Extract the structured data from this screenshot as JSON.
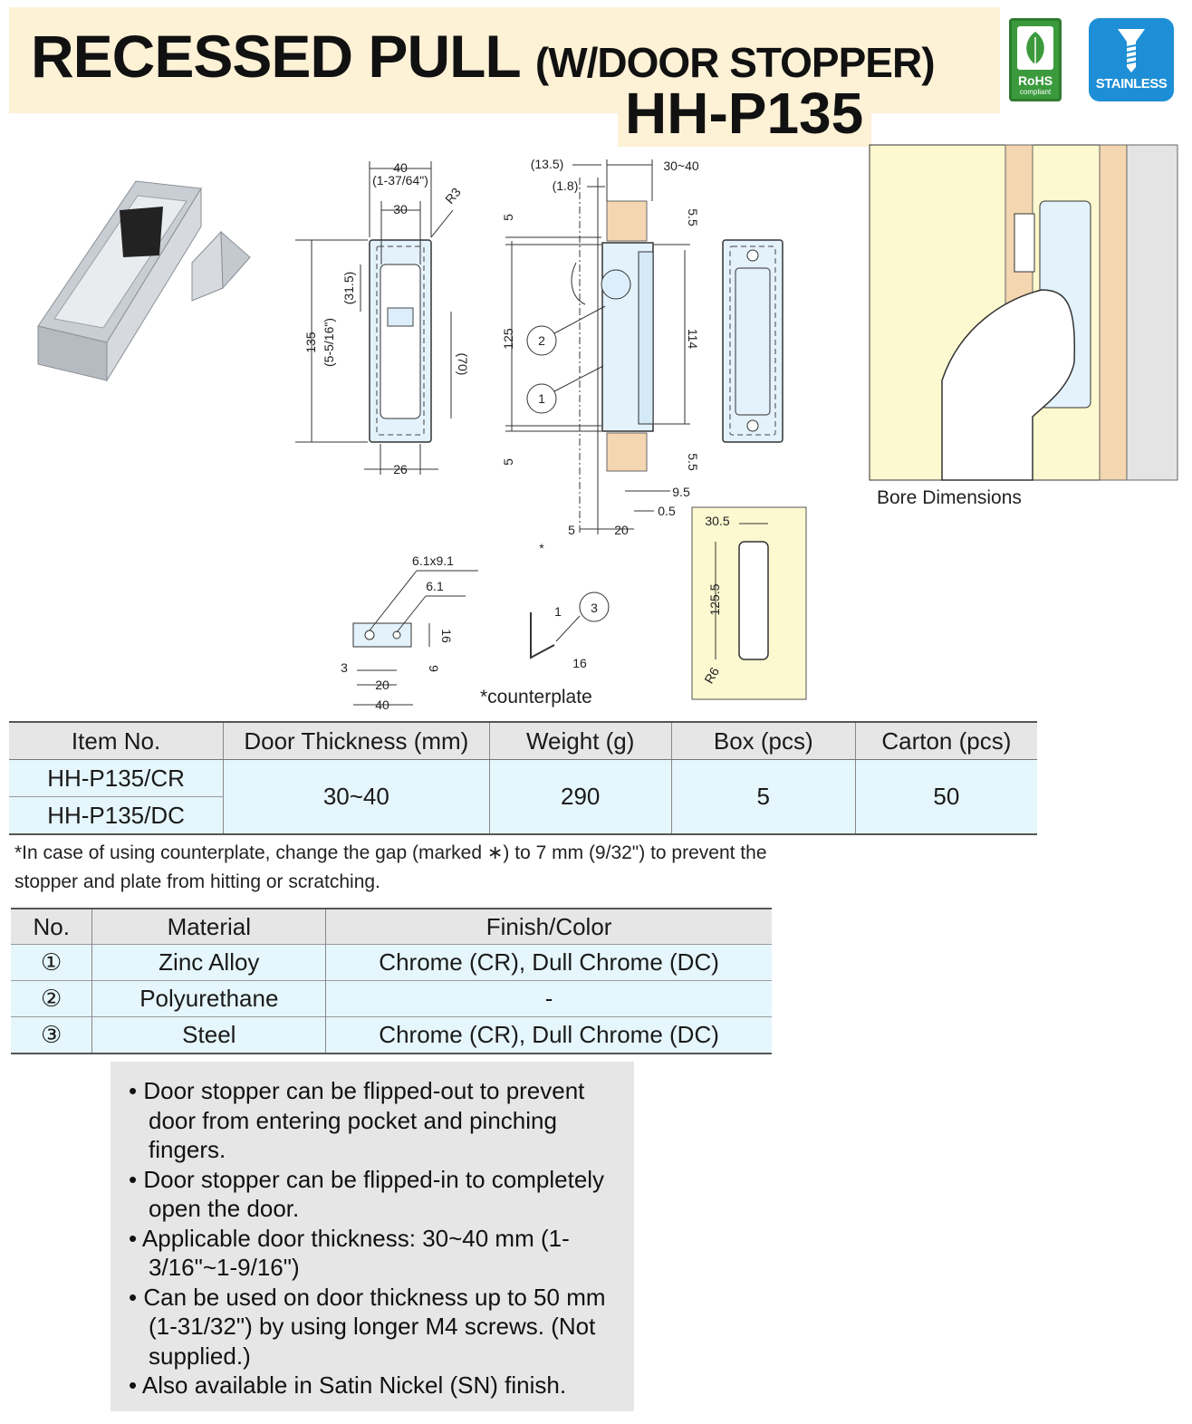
{
  "header": {
    "title": "RECESSED PULL",
    "subtitle": "(W/DOOR STOPPER)",
    "model": "HH-P135",
    "badges": {
      "rohs_label": "RoHS",
      "rohs_sub": "compliant",
      "stainless_label": "STAINLESS"
    }
  },
  "drawing": {
    "front": {
      "w40": "40",
      "w40_in": "(1-37/64\")",
      "w30": "30",
      "r3": "R3",
      "h135": "135",
      "h135_in": "(5-5/16\")",
      "h31_5": "(31.5)",
      "h70": "(70)",
      "w26": "26"
    },
    "side": {
      "d13_5": "(13.5)",
      "d1_8": "(1.8)",
      "t30_40": "30~40",
      "h5_top": "5",
      "h5_5_top": "5.5",
      "h125": "125",
      "h114": "114",
      "h5_bot": "5",
      "h5_5_bot": "5.5",
      "d9_5": "9.5",
      "d0_5": "0.5",
      "d5": "5",
      "d20": "20",
      "star": "*",
      "callout1": "1",
      "callout2": "2"
    },
    "counterplate": {
      "hole": "6.1x9.1",
      "hole2": "6.1",
      "h16": "16",
      "h9": "9",
      "w3": "3",
      "w20": "20",
      "w40": "40",
      "t1": "1",
      "l16": "16",
      "callout3": "3",
      "caption": "*counterplate"
    },
    "bore": {
      "w30_5": "30.5",
      "h125_5": "125.5",
      "r6": "R6"
    },
    "bore_caption": "Bore Dimensions"
  },
  "spec_table": {
    "headers": [
      "Item No.",
      "Door Thickness (mm)",
      "Weight (g)",
      "Box (pcs)",
      "Carton (pcs)"
    ],
    "items": [
      "HH-P135/CR",
      "HH-P135/DC"
    ],
    "door_thickness": "30~40",
    "weight": "290",
    "box": "5",
    "carton": "50"
  },
  "note": "*In case of using counterplate, change the gap (marked ∗) to 7 mm (9/32\") to prevent the stopper and plate from hitting or scratching.",
  "material_table": {
    "headers": [
      "No.",
      "Material",
      "Finish/Color"
    ],
    "rows": [
      {
        "no": "①",
        "material": "Zinc Alloy",
        "finish": "Chrome (CR), Dull Chrome (DC)"
      },
      {
        "no": "②",
        "material": "Polyurethane",
        "finish": "-"
      },
      {
        "no": "③",
        "material": "Steel",
        "finish": "Chrome (CR), Dull Chrome (DC)"
      }
    ]
  },
  "features": [
    "Door stopper can be flipped-out to prevent door from entering pocket and pinching fingers.",
    "Door stopper can be flipped-in to completely open the door.",
    "Applicable door thickness: 30~40 mm (1-3/16\"~1-9/16\")",
    "Can be used on door thickness up to 50 mm (1-31/32\") by using longer M4 screws. (Not supplied.)",
    "Also available in Satin Nickel (SN) finish."
  ]
}
